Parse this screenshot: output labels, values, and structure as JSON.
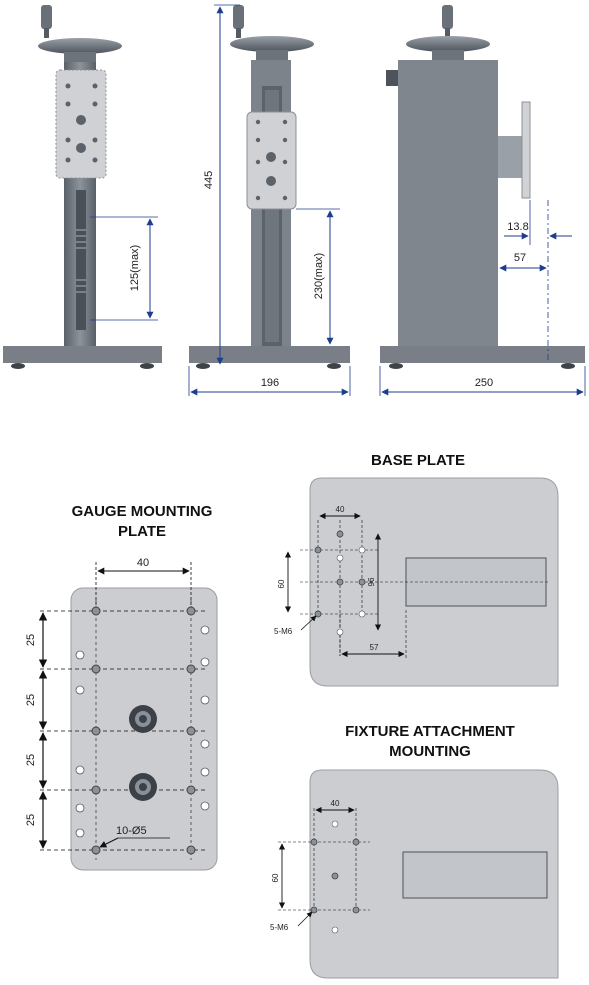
{
  "colors": {
    "metal": "#8a9099",
    "metal_dark": "#5f656e",
    "plate": "#cbcdd1",
    "plate_edge": "#8d9096",
    "base": "#7e838b",
    "dim_blue": "#1d3d8f",
    "hole": "#ffffff",
    "ink": "#222222"
  },
  "top_views": {
    "front": {
      "dims": {
        "stroke": "125(max)"
      }
    },
    "side": {
      "dims": {
        "height": "445",
        "stroke": "230(max)",
        "width": "196"
      }
    },
    "right": {
      "dims": {
        "offset_a": "13.8",
        "offset_b": "57",
        "width": "250"
      }
    }
  },
  "gauge_plate": {
    "title_line1": "GAUGE MOUNTING",
    "title_line2": "PLATE",
    "dim_width": "40",
    "dim_pitch": [
      "25",
      "25",
      "25",
      "25"
    ],
    "holes_note": "10-Ø5"
  },
  "base_plate": {
    "title": "BASE PLATE",
    "dim_width": "40",
    "dim_height": "60",
    "dim_height2": "96",
    "dim_offset": "57",
    "thread_note": "5-M6"
  },
  "fixture_plate": {
    "title_line1": "FIXTURE ATTACHMENT",
    "title_line2": "MOUNTING",
    "dim_width": "40",
    "dim_height": "60",
    "thread_note": "5-M6"
  }
}
